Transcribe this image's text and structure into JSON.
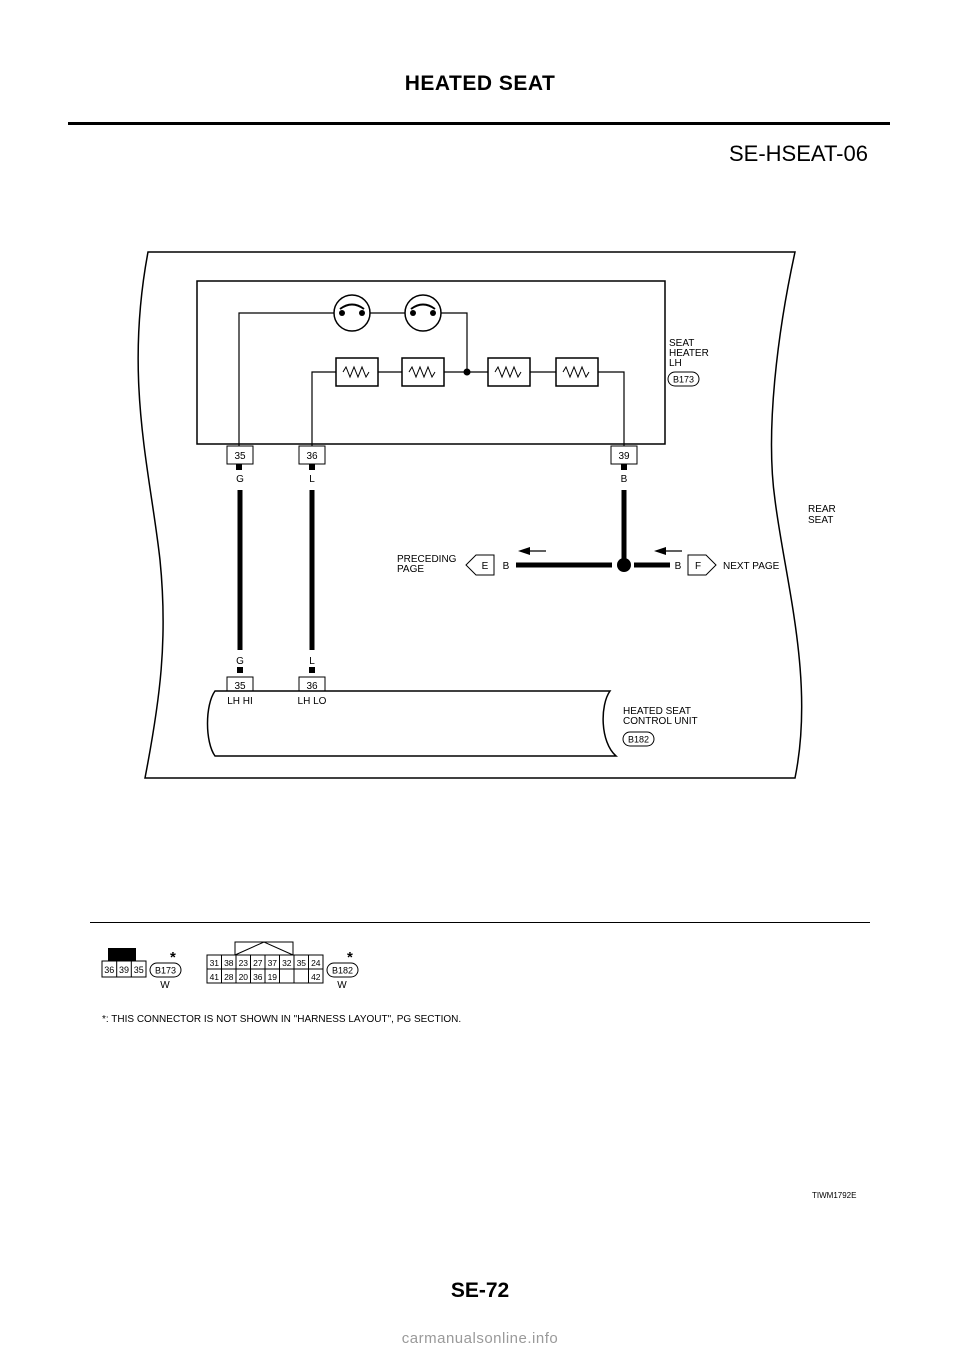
{
  "header": {
    "title": "HEATED SEAT",
    "diagram_id": "SE-HSEAT-06"
  },
  "components": {
    "seat_heater": {
      "label_lines": [
        "SEAT",
        "HEATER",
        "LH"
      ],
      "connector": "B173"
    },
    "rear_seat": {
      "label_lines": [
        "REAR",
        "SEAT"
      ]
    },
    "control_unit": {
      "label_lines": [
        "HEATED SEAT",
        "CONTROL UNIT"
      ],
      "connector": "B182",
      "pin_35_name": "LH HI",
      "pin_36_name": "LH LO"
    }
  },
  "pins": {
    "heater": [
      "35",
      "36",
      "39"
    ],
    "control": [
      "35",
      "36"
    ]
  },
  "wire_colors": {
    "g": "G",
    "l": "L",
    "b": "B"
  },
  "page_refs": {
    "preceding": {
      "label_lines": [
        "PRECEDING",
        "PAGE"
      ],
      "tag": "E",
      "wire": "B"
    },
    "next": {
      "label": "NEXT PAGE",
      "tag": "F",
      "wire": "B"
    }
  },
  "connector_views": {
    "b173": {
      "pins": [
        "36",
        "39",
        "35"
      ],
      "label": "B173",
      "color": "W",
      "star": "*"
    },
    "b182": {
      "top_row": [
        "31",
        "38",
        "23",
        "27",
        "37",
        "32",
        "35",
        "24"
      ],
      "bottom_row": [
        "41",
        "28",
        "20",
        "36",
        "19",
        "",
        "",
        "42"
      ],
      "label": "B182",
      "color": "W",
      "star": "*"
    }
  },
  "footnote": "*: THIS CONNECTOR IS NOT SHOWN IN \"HARNESS LAYOUT\", PG SECTION.",
  "ref_code": "TIWM1792E",
  "page_number": "SE-72",
  "watermark": "carmanualsonline.info"
}
